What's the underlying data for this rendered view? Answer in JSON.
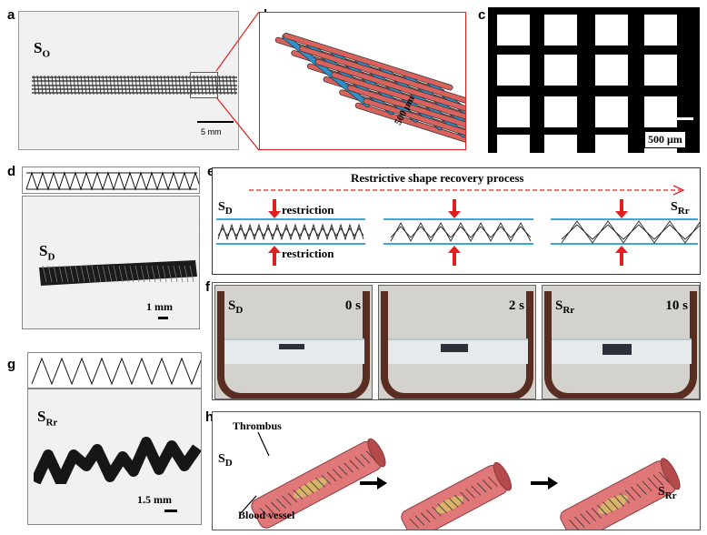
{
  "panels": {
    "a": {
      "label": "a",
      "sample": "S",
      "sample_sub": "O",
      "scale": "5 mm"
    },
    "b": {
      "label": "b",
      "dim": "500 μm"
    },
    "c": {
      "label": "c",
      "scale": "500 μm"
    },
    "d": {
      "label": "d",
      "sample": "S",
      "sample_sub": "D",
      "scale": "1 mm"
    },
    "e": {
      "label": "e",
      "title": "Restrictive  shape recovery  process",
      "start": "S",
      "start_sub": "D",
      "end": "S",
      "end_sub": "Rr",
      "restriction_top": "restriction",
      "restriction_bottom": "restriction"
    },
    "f": {
      "label": "f",
      "frames": [
        {
          "sample": "S",
          "sample_sub": "D",
          "time": "0 s"
        },
        {
          "sample": "",
          "sample_sub": "",
          "time": "2 s"
        },
        {
          "sample": "S",
          "sample_sub": "Rr",
          "time": "10 s"
        }
      ]
    },
    "g": {
      "label": "g",
      "sample": "S",
      "sample_sub": "Rr",
      "scale": "1.5 mm"
    },
    "h": {
      "label": "h",
      "thrombus": "Thrombus",
      "vessel": "Blood vessel",
      "start": "S",
      "start_sub": "D",
      "end": "S",
      "end_sub": "Rr"
    }
  },
  "colors": {
    "red_fiber": "#d9625c",
    "blue_fiber": "#2f8fc8",
    "restriction_line": "#3aa8d8",
    "arrow_red": "#e21e1e",
    "vessel": "#e0787a",
    "thrombus": "#d8b46a",
    "photo_bg": "#f2f2f2"
  }
}
